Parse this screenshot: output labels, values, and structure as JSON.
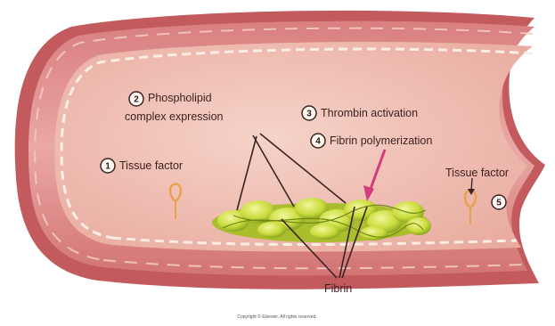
{
  "heading": "",
  "labels": {
    "step2_line1": "Phospholipid",
    "step2_line2": "complex expression",
    "step3": "Thrombin activation",
    "step4": "Fibrin polymerization",
    "step1_left": "Tissue factor",
    "step1_right": "Tissue factor",
    "fibrin": "Fibrin"
  },
  "markers": {
    "one_left": "1",
    "two": "2",
    "three": "3",
    "four": "4",
    "five": "5"
  },
  "credit": "Copyright © Elsevier. All rights reserved.",
  "colors": {
    "vessel_outer": "#c25a5e",
    "vessel_wall": "#e9a9a6",
    "lumen": "#f1c4b9",
    "clot": "#cfe04a",
    "clot_dark": "#7e9a1e",
    "arrow_dark": "#3a2323",
    "arrow_pink": "#d23b7e",
    "tissue_factor": "#e8a14c"
  }
}
